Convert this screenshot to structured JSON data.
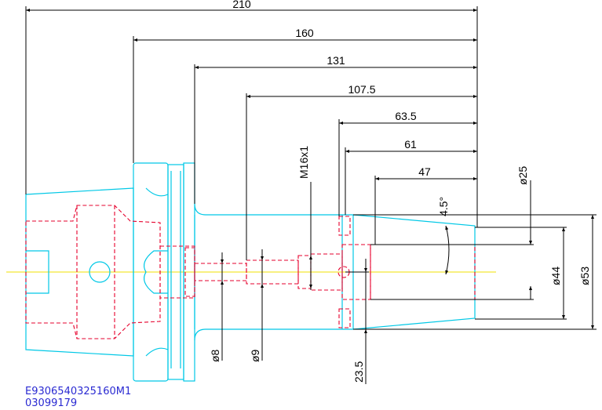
{
  "colors": {
    "background": "#ffffff",
    "outline": "#00c8e6",
    "hidden_lines": "#e6002c",
    "center_line": "#f0e000",
    "dimension": "#000000",
    "part_number_text": "#2a2ad2"
  },
  "dimensions": {
    "len_210": "210",
    "len_160": "160",
    "len_131": "131",
    "len_107_5": "107.5",
    "len_63_5": "63.5",
    "len_61": "61",
    "len_47": "47",
    "thread": "M16x1",
    "angle": "4.5°",
    "dia_25": "ø25",
    "dia_44": "ø44",
    "dia_53": "ø53",
    "dia_8": "ø8",
    "dia_9": "ø9",
    "len_23_5": "23.5"
  },
  "part": {
    "number": "E9306540325160M1",
    "code": "03099179"
  }
}
